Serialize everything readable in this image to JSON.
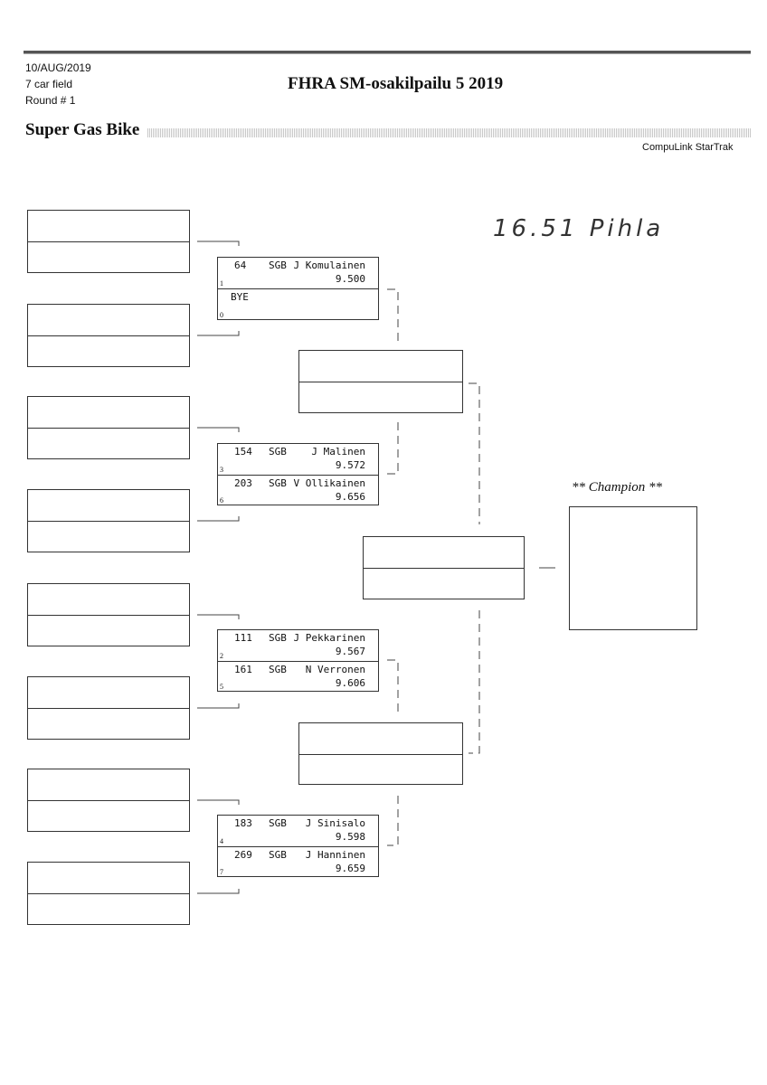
{
  "header": {
    "date": "10/AUG/2019",
    "field": "7 car field",
    "round": "Round # 1",
    "title": "FHRA SM-osakilpailu 5  2019",
    "class": "Super Gas Bike",
    "software": "CompuLink StarTrak"
  },
  "handwriting": "16.51 Pihla",
  "champion_label": "** Champion **",
  "round1": [
    {
      "top": {
        "num": "64",
        "class": "SGB",
        "name": "J Komulainen",
        "et": "9.500",
        "seed": "1"
      },
      "bottom": {
        "num": "BYE",
        "class": "",
        "name": "",
        "et": "",
        "seed": "0"
      }
    },
    {
      "top": {
        "num": "154",
        "class": "SGB",
        "name": "J Malinen",
        "et": "9.572",
        "seed": "3"
      },
      "bottom": {
        "num": "203",
        "class": "SGB",
        "name": "V Ollikainen",
        "et": "9.656",
        "seed": "6"
      }
    },
    {
      "top": {
        "num": "111",
        "class": "SGB",
        "name": "J Pekkarinen",
        "et": "9.567",
        "seed": "2"
      },
      "bottom": {
        "num": "161",
        "class": "SGB",
        "name": "N Verronen",
        "et": "9.606",
        "seed": "5"
      }
    },
    {
      "top": {
        "num": "183",
        "class": "SGB",
        "name": "J Sinisalo",
        "et": "9.598",
        "seed": "4"
      },
      "bottom": {
        "num": "269",
        "class": "SGB",
        "name": "J Hanninen",
        "et": "9.659",
        "seed": "7"
      }
    }
  ]
}
